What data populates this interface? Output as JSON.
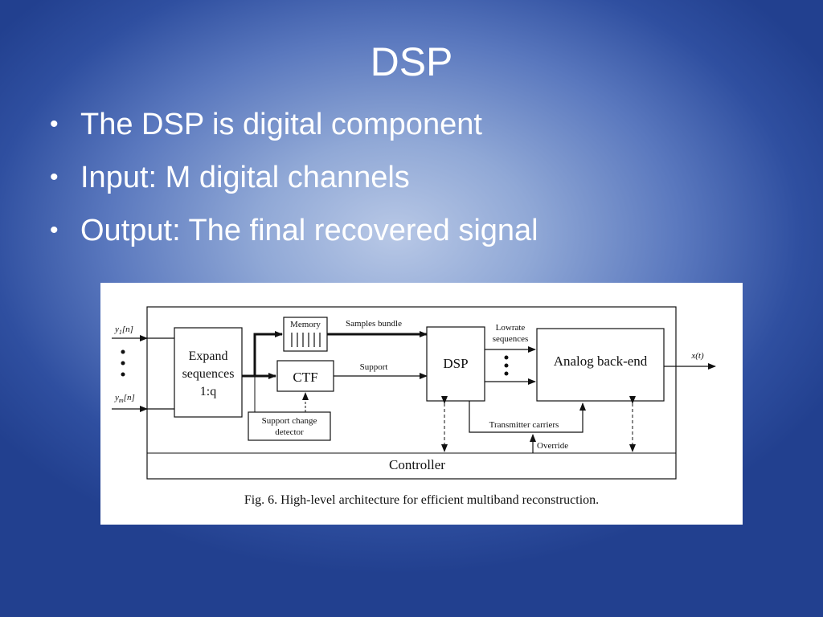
{
  "slide": {
    "title": "DSP",
    "bullets": [
      "The DSP is digital component",
      "Input: M digital channels",
      "Output: The final recovered signal"
    ]
  },
  "diagram": {
    "blocks": {
      "expand_line1": "Expand",
      "expand_line2": "sequences",
      "expand_line3": "1:q",
      "memory": "Memory",
      "ctf": "CTF",
      "scd_line1": "Support change",
      "scd_line2": "detector",
      "dsp": "DSP",
      "analog": "Analog back-end",
      "controller": "Controller"
    },
    "labels": {
      "input_first": "y",
      "input_first_sub": "1",
      "input_first_arg": "[n]",
      "input_last": "y",
      "input_last_sub": "m",
      "input_last_arg": "[n]",
      "samples_bundle": "Samples bundle",
      "support": "Support",
      "lowrate_line1": "Lowrate",
      "lowrate_line2": "sequences",
      "output": "x(t)",
      "transmitter_carriers": "Transmitter carriers",
      "override": "Override"
    },
    "caption": "Fig. 6.   High-level architecture for efficient multiband reconstruction."
  }
}
